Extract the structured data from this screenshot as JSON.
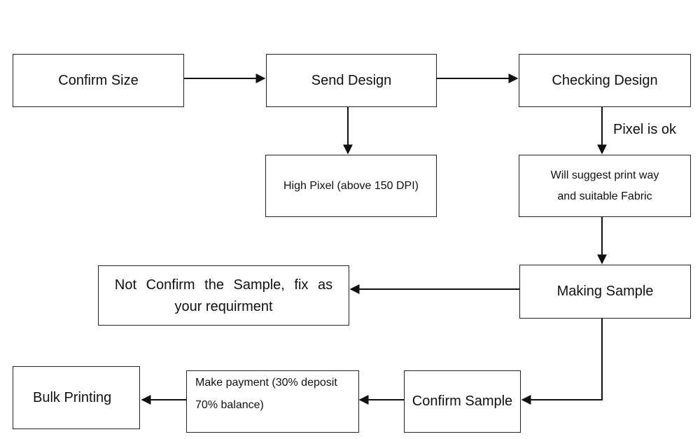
{
  "nodes": {
    "confirm_size": "Confirm Size",
    "send_design": "Send Design",
    "checking_design": "Checking Design",
    "high_pixel": "High Pixel (above 150 DPI)",
    "suggest_line1": "Will suggest print way",
    "suggest_line2": "and suitable Fabric",
    "making_sample": "Making Sample",
    "not_confirm_line1": "Not Confirm the Sample, fix as",
    "not_confirm_line2": "your requirment",
    "confirm_sample": "Confirm Sample",
    "payment_line1": "Make payment (30% deposit",
    "payment_line2": "70% balance)",
    "bulk_printing": "Bulk Printing"
  },
  "edge_labels": {
    "pixel_ok": "Pixel is ok"
  }
}
